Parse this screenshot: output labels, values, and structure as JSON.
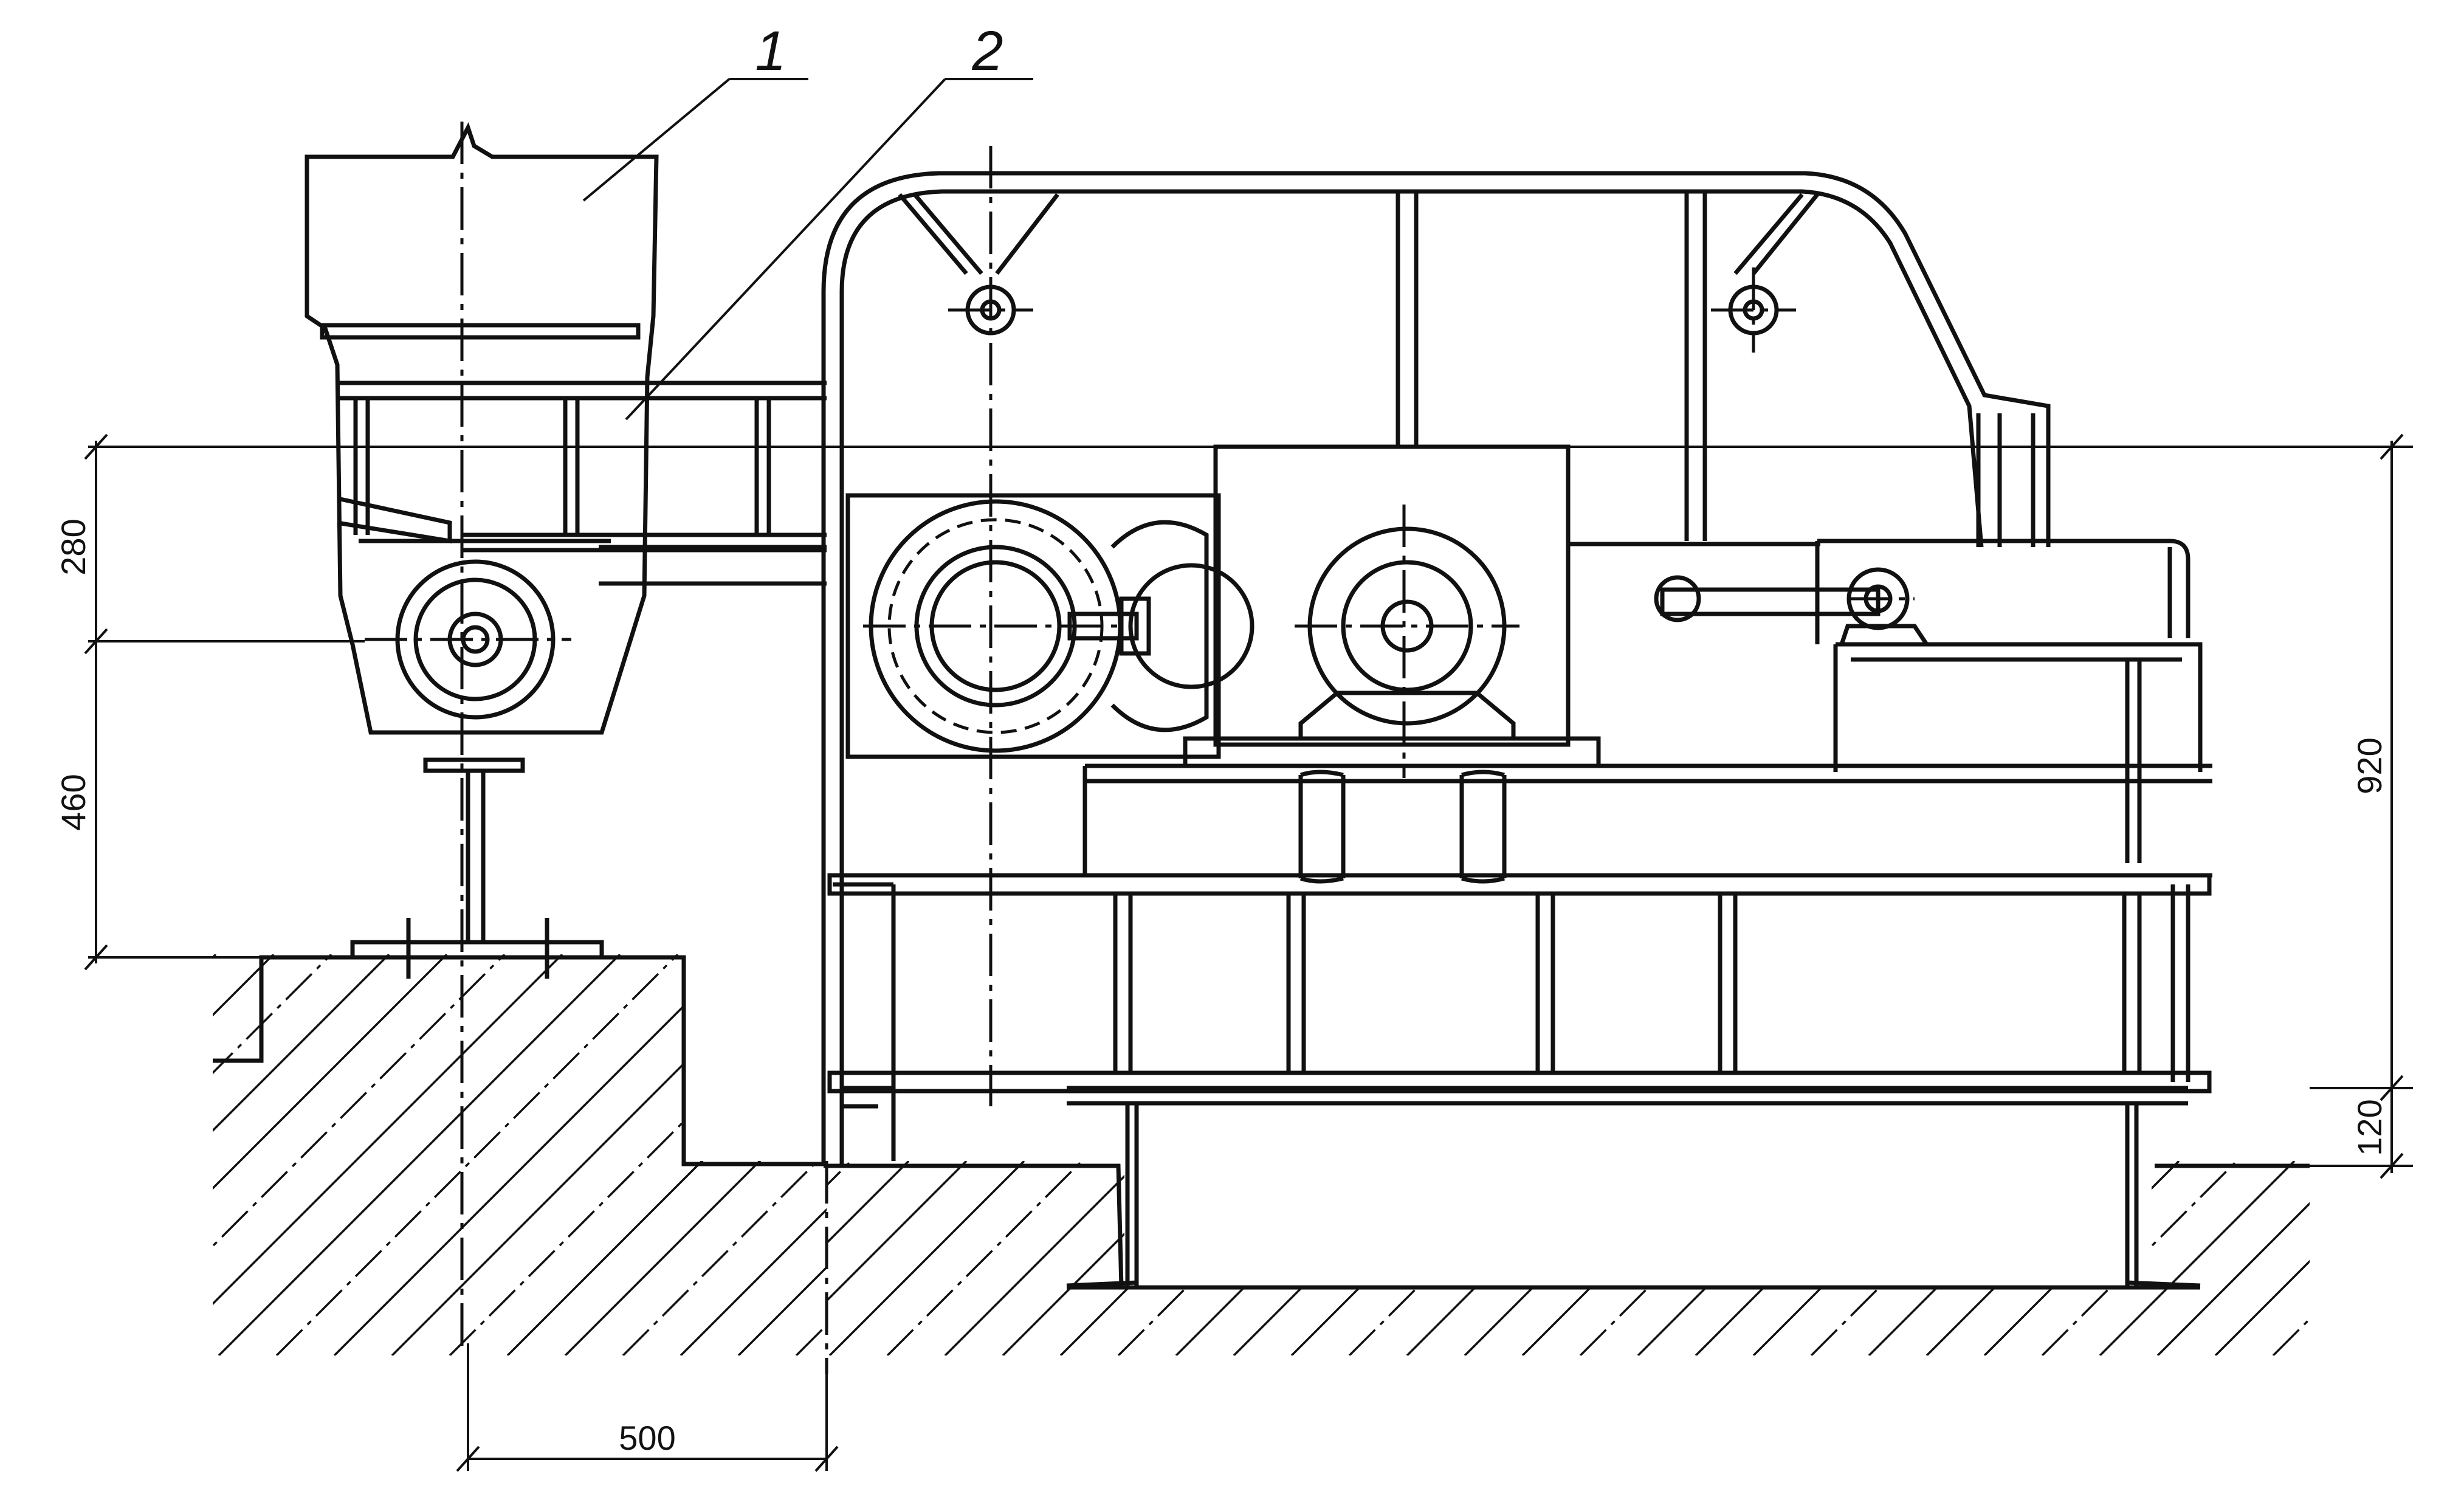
{
  "figure": {
    "callouts": [
      {
        "id": "callout-1",
        "label": "1"
      },
      {
        "id": "callout-2",
        "label": "2"
      }
    ],
    "dimensions": {
      "d280": "280",
      "d460": "460",
      "d920": "920",
      "d120": "120",
      "d500": "500"
    }
  }
}
